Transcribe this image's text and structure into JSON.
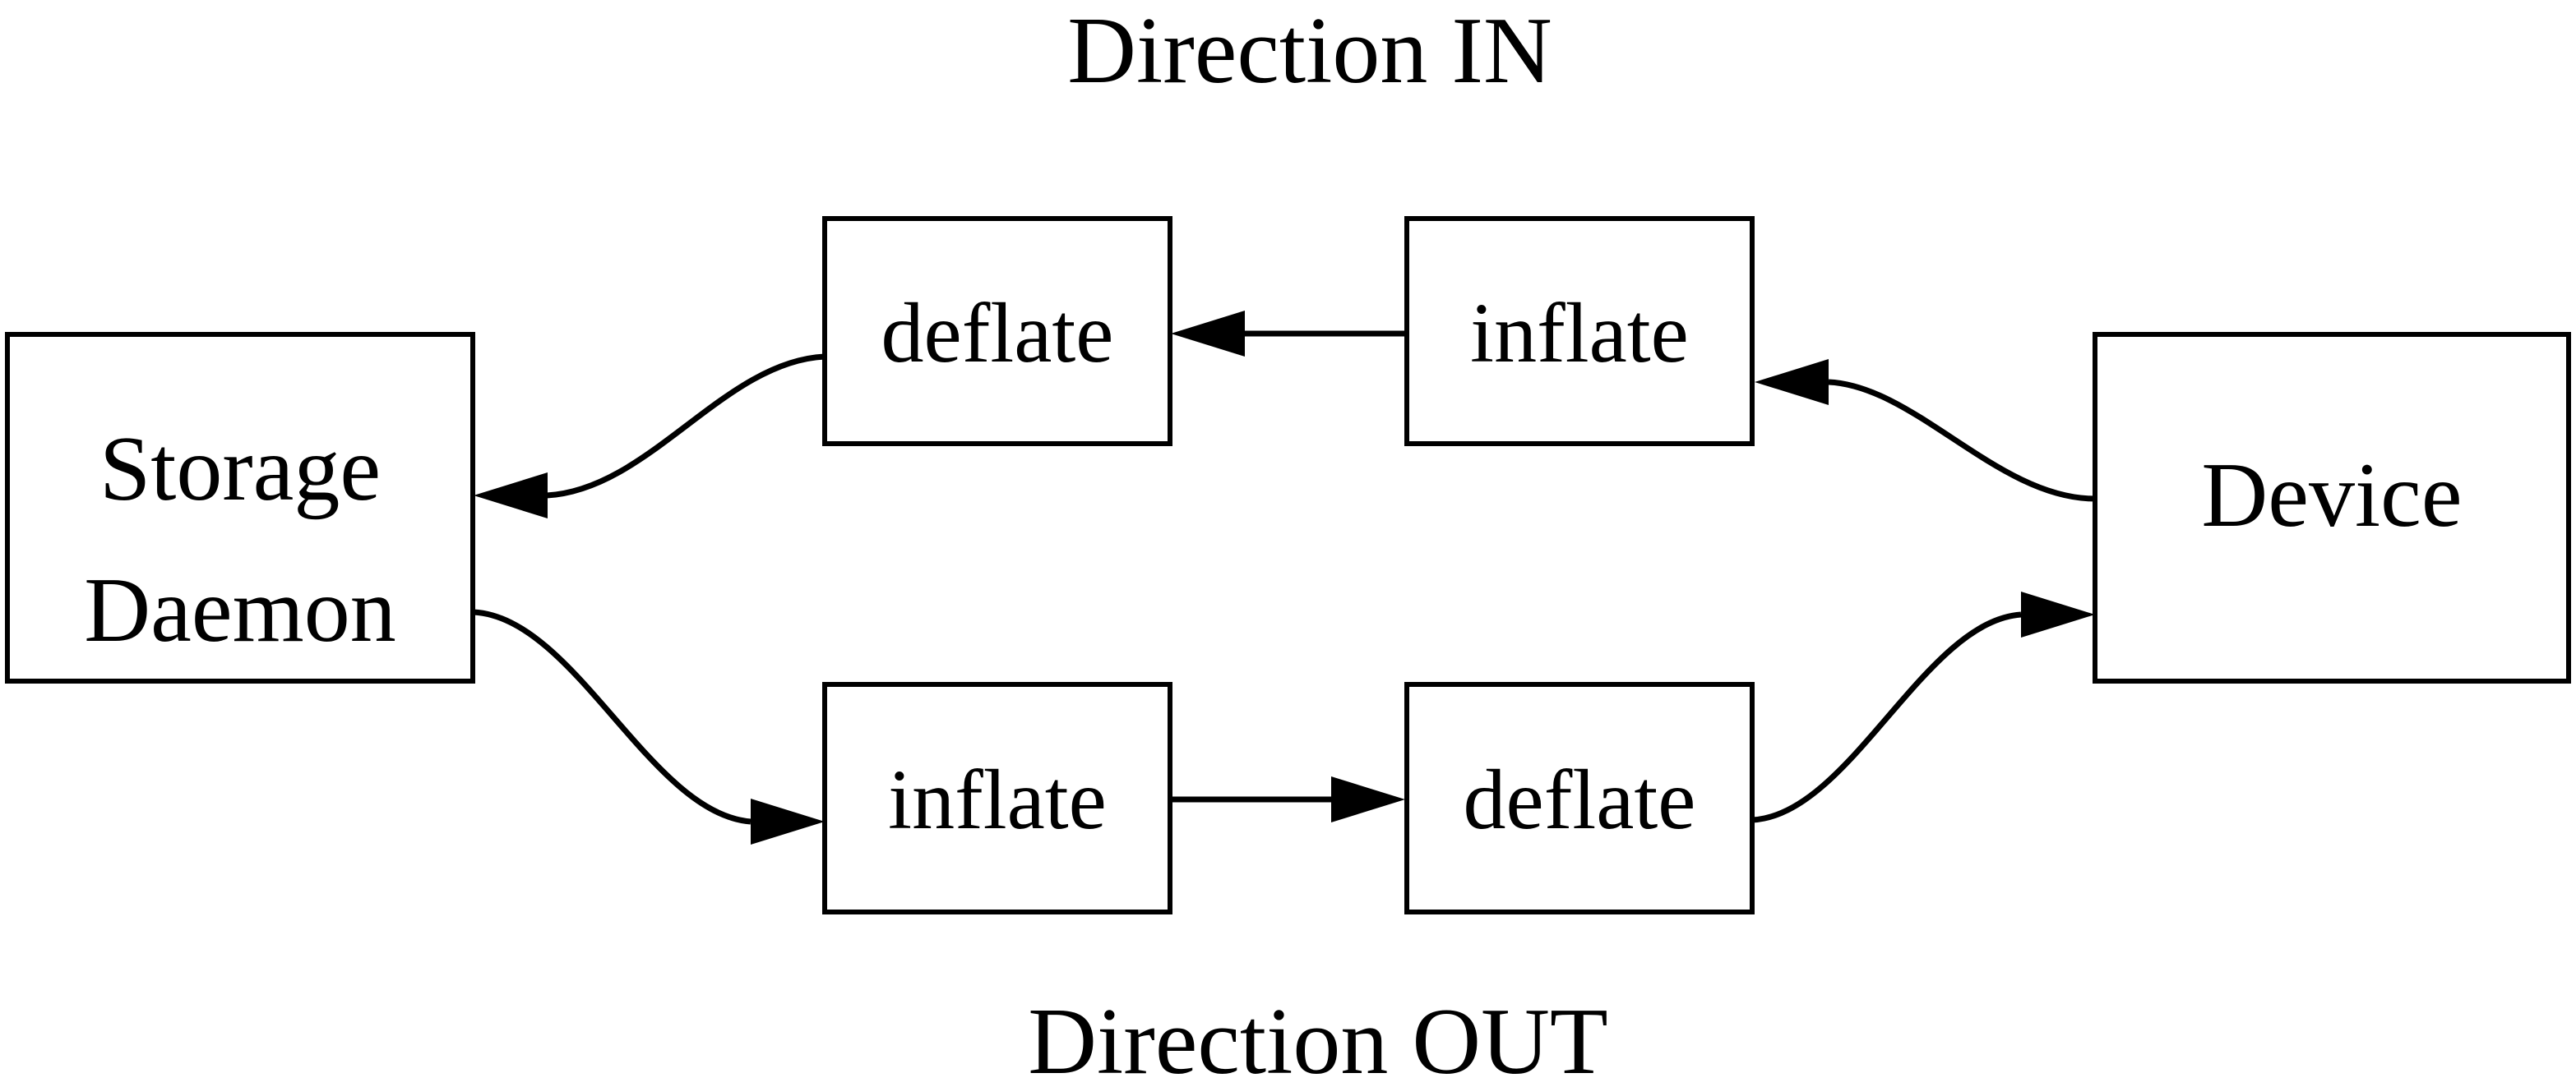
{
  "diagram": {
    "title_top": "Direction IN",
    "title_bottom": "Direction OUT",
    "stroke_color": "#000000",
    "fill_color": "#ffffff",
    "nodes": {
      "storage_daemon_line1": "Storage",
      "storage_daemon_line2": "Daemon",
      "device": "Device",
      "in_deflate": "deflate",
      "in_inflate": "inflate",
      "out_inflate": "inflate",
      "out_deflate": "deflate"
    },
    "flows": [
      {
        "name": "direction-in",
        "label": "Direction IN",
        "sequence": [
          "Device",
          "inflate",
          "deflate",
          "Storage Daemon"
        ]
      },
      {
        "name": "direction-out",
        "label": "Direction OUT",
        "sequence": [
          "Storage Daemon",
          "inflate",
          "deflate",
          "Device"
        ]
      }
    ]
  }
}
